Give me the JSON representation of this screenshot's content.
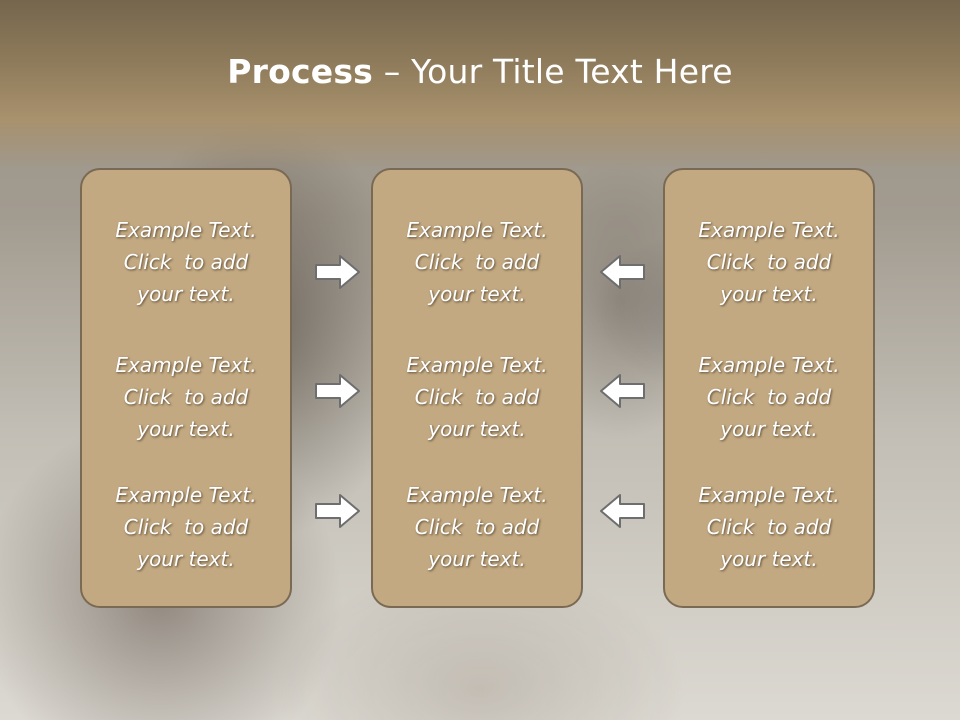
{
  "title": {
    "bold": "Process",
    "rest": " – Your Title Text Here"
  },
  "columns": [
    {
      "items": [
        {
          "line1": "Example Text.",
          "line2": "Click  to add",
          "line3": "your text."
        },
        {
          "line1": "Example Text.",
          "line2": "Click  to add",
          "line3": "your text."
        },
        {
          "line1": "Example Text.",
          "line2": "Click  to add",
          "line3": "your text."
        }
      ]
    },
    {
      "items": [
        {
          "line1": "Example Text.",
          "line2": "Click  to add",
          "line3": "your text."
        },
        {
          "line1": "Example Text.",
          "line2": "Click  to add",
          "line3": "your text."
        },
        {
          "line1": "Example Text.",
          "line2": "Click  to add",
          "line3": "your text."
        }
      ]
    },
    {
      "items": [
        {
          "line1": "Example Text.",
          "line2": "Click  to add",
          "line3": "your text."
        },
        {
          "line1": "Example Text.",
          "line2": "Click  to add",
          "line3": "your text."
        },
        {
          "line1": "Example Text.",
          "line2": "Click  to add",
          "line3": "your text."
        }
      ]
    }
  ],
  "arrows": {
    "left_group": "arrow-right-icon",
    "right_group": "arrow-left-icon"
  },
  "colors": {
    "panel_fill": "#c2a982",
    "panel_border": "#7b6a53",
    "header_band": "#8d7a5a",
    "arrow_stroke": "#6e6e6e",
    "arrow_fill": "#ffffff"
  }
}
